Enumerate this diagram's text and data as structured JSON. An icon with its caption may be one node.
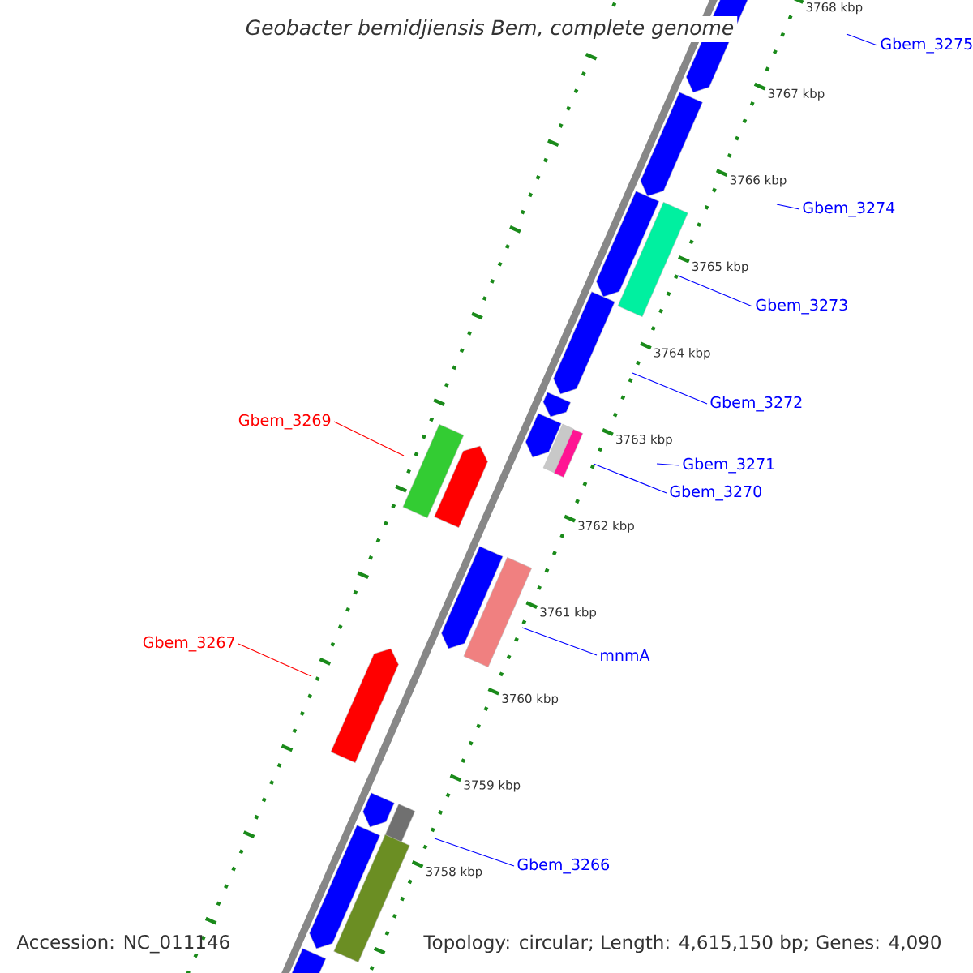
{
  "diagram": {
    "title": "*Geobacter bemidjiensis* Bem, complete genome",
    "nodes": [
      {
        "text": [
          "Gbem_3275"
        ]
      },
      {
        "text": [
          "Gbem_3274"
        ]
      },
      {
        "text": [
          "Gbem_3273"
        ]
      },
      {
        "text": [
          "Gbem_3272"
        ]
      },
      {
        "text": [
          "Gbem_3271"
        ]
      },
      {
        "text": [
          "Gbem_3270"
        ]
      },
      {
        "text": [
          "Gbem_3269"
        ]
      },
      {
        "text": [
          "mnmA"
        ]
      },
      {
        "text": [
          "Gbem_3267"
        ]
      },
      {
        "text": [
          "Gbem_3266"
        ]
      }
    ],
    "edges": [
      {
        "from": 0,
        "to": null,
        "arrow": "none"
      },
      {
        "from": 1,
        "to": null,
        "arrow": "none"
      },
      {
        "from": 2,
        "to": null,
        "arrow": "none"
      },
      {
        "from": 3,
        "to": null,
        "arrow": "none"
      },
      {
        "from": 4,
        "to": null,
        "arrow": "none"
      },
      {
        "from": 5,
        "to": null,
        "arrow": "none"
      },
      {
        "from": 6,
        "to": null,
        "arrow": "none",
        "color": "#ff0000"
      },
      {
        "from": 7,
        "to": null,
        "arrow": "none"
      },
      {
        "from": 8,
        "to": null,
        "arrow": "none",
        "color": "#ff0000"
      },
      {
        "from": 9,
        "to": null,
        "arrow": "none"
      }
    ],
    "labels": [
      "3768 kbp",
      "3767 kbp",
      "3766 kbp",
      "3765 kbp",
      "3764 kbp",
      "3763 kbp",
      "3762 kbp",
      "3761 kbp",
      "3760 kbp",
      "3759 kbp",
      "3758 kbp",
      "Accession: NC_011146",
      "Topology: circular; Length: 4,615,150 bp; Genes: 4,090"
    ]
  }
}
